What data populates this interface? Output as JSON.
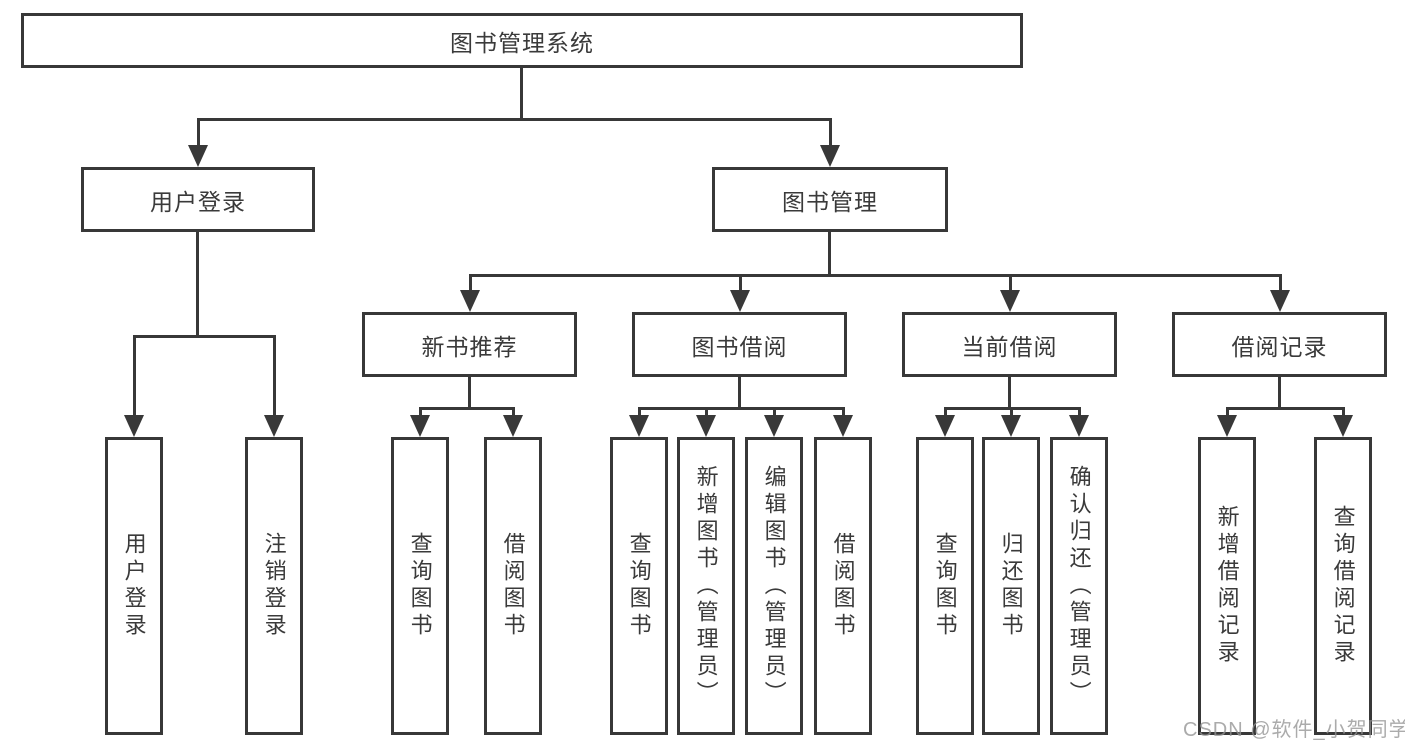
{
  "tree": {
    "root": {
      "label": "图书管理系统"
    },
    "branches": [
      {
        "label": "用户登录",
        "children": [
          {
            "label": "用户登录"
          },
          {
            "label": "注销登录"
          }
        ]
      },
      {
        "label": "图书管理",
        "children": [
          {
            "label": "新书推荐",
            "children": [
              {
                "label": "查询图书"
              },
              {
                "label": "借阅图书"
              }
            ]
          },
          {
            "label": "图书借阅",
            "children": [
              {
                "label": "查询图书"
              },
              {
                "label": "新增图书（管理员）"
              },
              {
                "label": "编辑图书（管理员）"
              },
              {
                "label": "借阅图书"
              }
            ]
          },
          {
            "label": "当前借阅",
            "children": [
              {
                "label": "查询图书"
              },
              {
                "label": "归还图书"
              },
              {
                "label": "确认归还（管理员）"
              }
            ]
          },
          {
            "label": "借阅记录",
            "children": [
              {
                "label": "新增借阅记录"
              },
              {
                "label": "查询借阅记录"
              }
            ]
          }
        ]
      }
    ]
  },
  "watermark": "CSDN @软件_小贺同学",
  "colors": {
    "line": "#383838",
    "text": "#3a3a3a",
    "background": "#ffffff",
    "watermark": "#949494"
  }
}
